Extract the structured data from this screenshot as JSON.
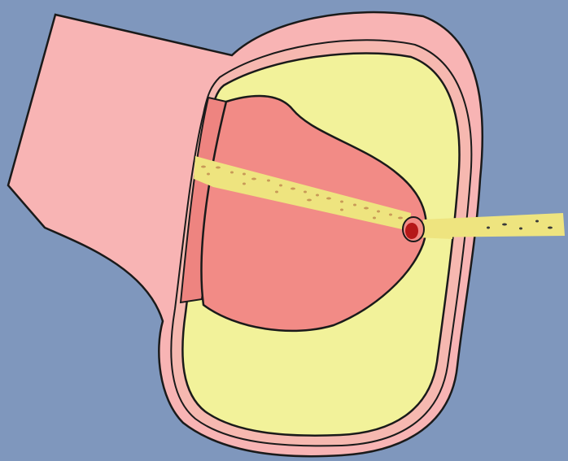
{
  "diagram": {
    "colors": {
      "background": "#7f97bd",
      "outer_tissue": "#f8b4b4",
      "capsule_layer": "#f6b8b0",
      "yellow_body": "#f2f29a",
      "red_mass": "#f28b86",
      "red_band": "#ee8480",
      "needle_track": "#eee47f",
      "track_dots": "#c89a58",
      "needle_tip": "#b51818",
      "outline": "#1a1a1a"
    },
    "parts": [
      "outer-tissue",
      "capsule-layer",
      "yellow-body",
      "red-mass",
      "needle-track",
      "needle-tip",
      "external-needle"
    ]
  }
}
